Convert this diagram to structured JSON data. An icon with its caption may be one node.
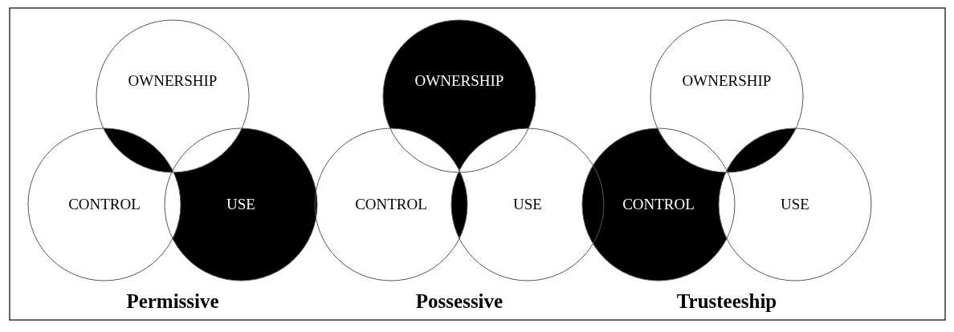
{
  "diagram": {
    "nodes": [
      {
        "text": [
          "OWNERSHIP"
        ]
      },
      {
        "text": [
          "CONTROL"
        ]
      },
      {
        "text": [
          "USE"
        ]
      },
      {
        "text": [
          "OWNERSHIP"
        ]
      },
      {
        "text": [
          "CONTROL"
        ]
      },
      {
        "text": [
          "USE"
        ]
      },
      {
        "text": [
          "OWNERSHIP"
        ]
      },
      {
        "text": [
          "CONTROL"
        ]
      },
      {
        "text": [
          "USE"
        ]
      }
    ],
    "edges": [],
    "labels": [
      "Permissive",
      "Possessive",
      "Trusteeship"
    ]
  }
}
